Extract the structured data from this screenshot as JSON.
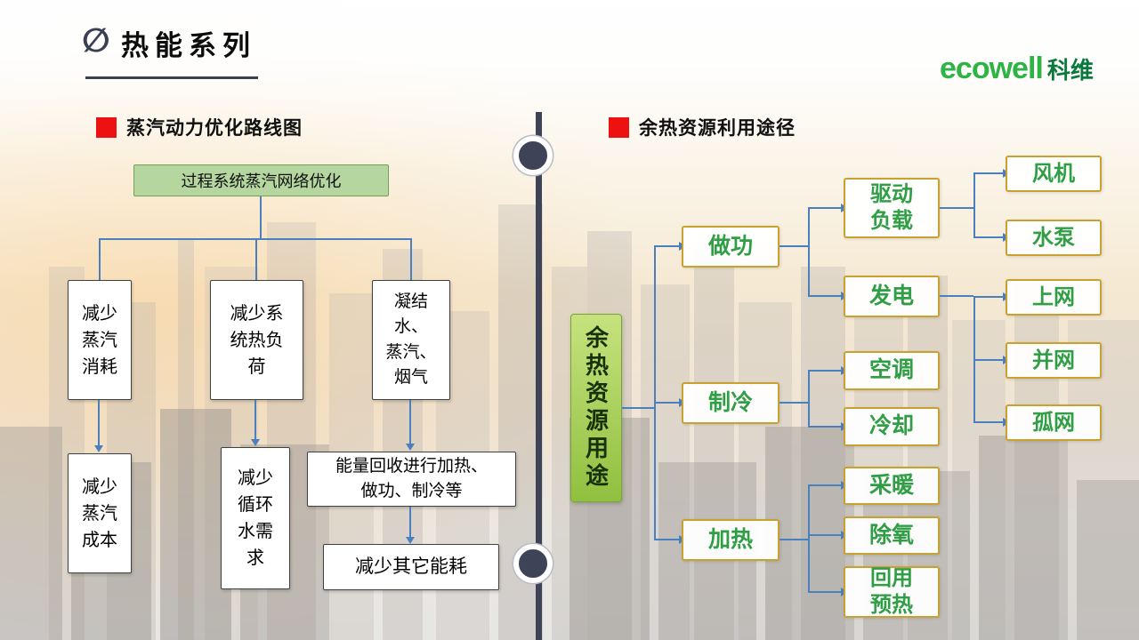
{
  "slide": {
    "title": "热能系列",
    "title_icon": "∅"
  },
  "logo": {
    "brand": "ecowell",
    "cn": "科维"
  },
  "colors": {
    "accent_red": "#ee1111",
    "brand_green": "#2fb344",
    "root_green_fill": "#9cc43f",
    "left_root_fill": "#b5d69e",
    "connector_blue": "#4b80bf",
    "gold_border": "#c9a12f",
    "node_text_green": "#2f9e44",
    "divider_slate": "#3e4358"
  },
  "left": {
    "header": "蒸汽动力优化路线图",
    "root": "过程系统蒸汽网络优化",
    "reduce_steam_use": "减少\n蒸汽\n消耗",
    "reduce_system_heat_load": "减少系\n统热负\n荷",
    "condensate_steam_fluegas": "凝结\n水、\n蒸汽、\n烟气",
    "reduce_steam_cost": "减少\n蒸汽\n成本",
    "reduce_cooling_water_demand": "减少\n循环\n水需\n求",
    "energy_recovery": "能量回收进行加热、\n做功、制冷等",
    "reduce_other_energy": "减少其它能耗"
  },
  "right": {
    "header": "余热资源利用途径",
    "root": "余热资源用途",
    "work": "做功",
    "drive_load": "驱动\n负载",
    "power_gen": "发电",
    "fan": "风机",
    "pump": "水泵",
    "grid_feed": "上网",
    "grid_connected": "并网",
    "island_grid": "孤网",
    "refrigeration": "制冷",
    "air_conditioning": "空调",
    "cooling": "冷却",
    "heating": "加热",
    "space_heating": "采暖",
    "deaeration": "除氧",
    "reuse_preheat": "回用\n预热"
  }
}
